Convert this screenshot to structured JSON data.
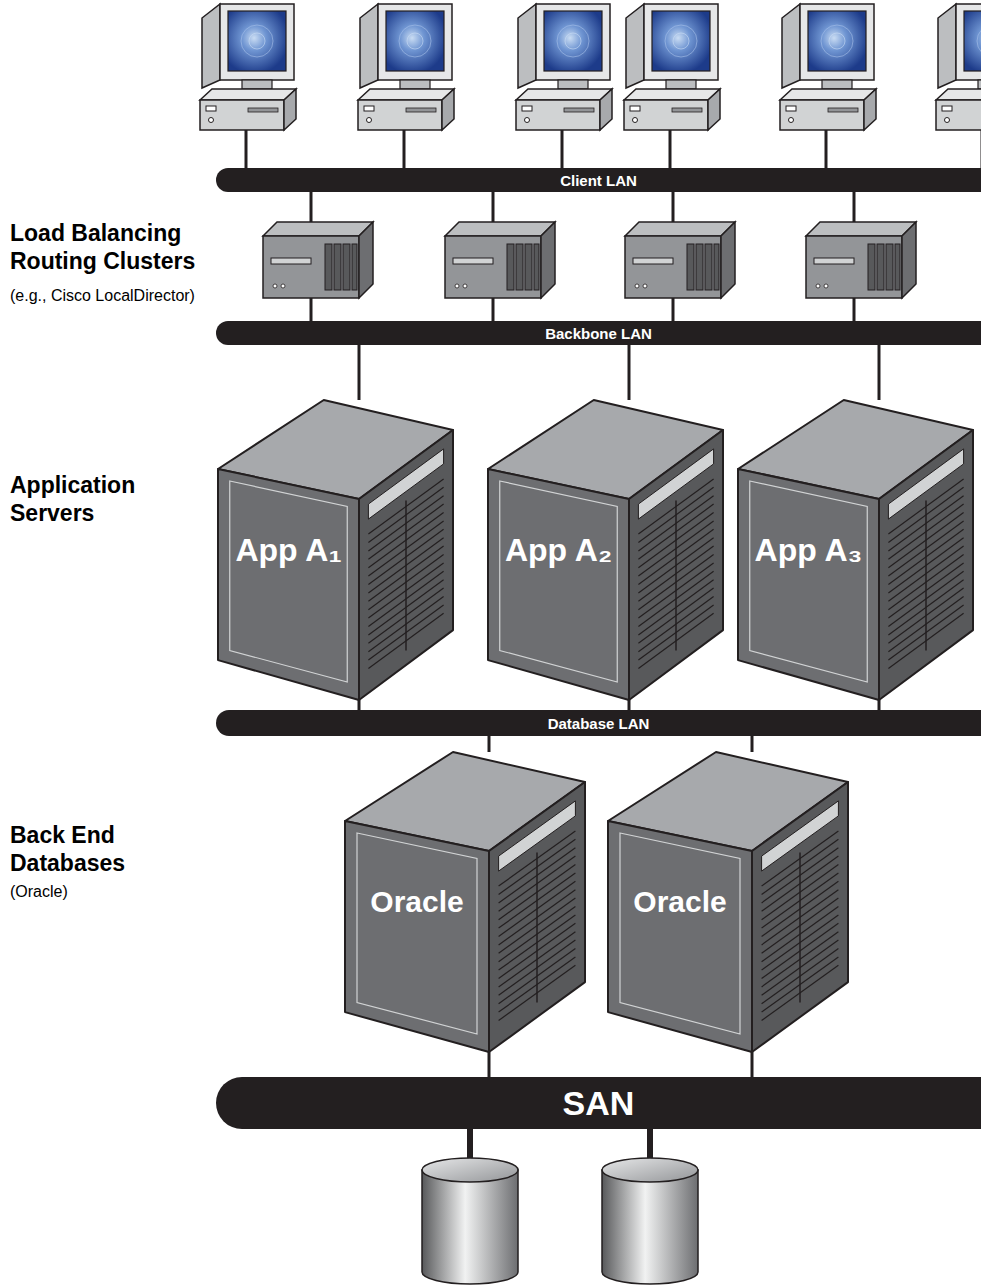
{
  "diagram": {
    "nodes": [
      {
        "text": [
          "Client LAN"
        ]
      },
      {
        "text": [
          "Backbone LAN"
        ]
      },
      {
        "text": [
          "App A₁"
        ]
      },
      {
        "text": [
          "App A₂"
        ]
      },
      {
        "text": [
          "App A₃"
        ]
      },
      {
        "text": [
          "Database LAN"
        ]
      },
      {
        "text": [
          "Oracle"
        ]
      },
      {
        "text": [
          "Oracle"
        ]
      },
      {
        "text": [
          "SAN"
        ]
      }
    ],
    "edges": [
      {
        "from": 1,
        "to": 2,
        "arrow": "none"
      },
      {
        "from": 1,
        "to": 3,
        "arrow": "none"
      },
      {
        "from": 1,
        "to": 4,
        "arrow": "none"
      },
      {
        "from": 2,
        "to": 5,
        "arrow": "none"
      },
      {
        "from": 3,
        "to": 5,
        "arrow": "none"
      },
      {
        "from": 4,
        "to": 5,
        "arrow": "none"
      },
      {
        "from": 5,
        "to": 6,
        "arrow": "none"
      },
      {
        "from": 5,
        "to": 7,
        "arrow": "none"
      },
      {
        "from": 6,
        "to": 8,
        "arrow": "none"
      },
      {
        "from": 7,
        "to": 8,
        "arrow": "none"
      }
    ],
    "labels": [
      "Load Balancing Routing Clusters",
      "(e.g., Cisco LocalDirector)",
      "Application Servers",
      "Back End Databases",
      "(Oracle)"
    ]
  }
}
